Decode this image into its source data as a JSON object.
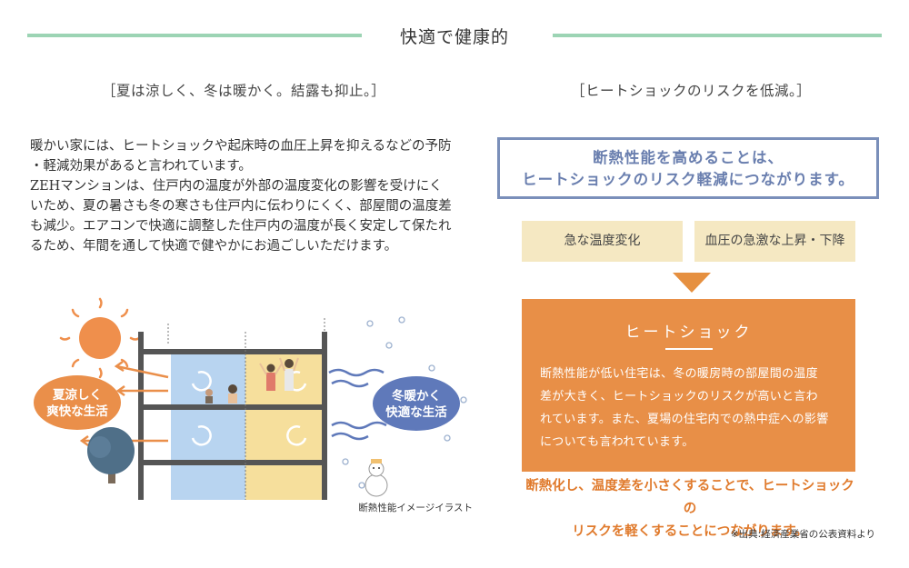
{
  "header": {
    "title": "快適で健康的"
  },
  "left": {
    "subhead": "［夏は涼しく、冬は暖かく。結露も抑止。］",
    "paragraph_lines": [
      "暖かい家には、ヒートショックや起床時の血圧上昇を抑えるなどの予防",
      "・軽減効果があると言われています。",
      "ZEHマンションは、住戸内の温度が外部の温度変化の影響を受けにく",
      "いため、夏の暑さも冬の寒さも住戸内に伝わりにくく、部屋間の温度差",
      "も減少。エアコンで快適に調整した住戸内の温度が長く安定して保たれ",
      "るため、年間を通して快適で健やかにお過ごしいただけます。"
    ],
    "illustration": {
      "summer_label_line1": "夏涼しく",
      "summer_label_line2": "爽快な生活",
      "winter_label_line1": "冬暖かく",
      "winter_label_line2": "快適な生活",
      "caption": "断熱性能イメージイラスト"
    }
  },
  "right": {
    "subhead": "［ヒートショックのリスクを低減。］",
    "highlight_line1": "断熱性能を高めることは、",
    "highlight_line2": "ヒートショックのリスク軽減につながります。",
    "cause_left": "急な温度変化",
    "cause_right": "血圧の急激な上昇・下降",
    "heat_shock_title": "ヒートショック",
    "heat_shock_lines": [
      "断熱性能が低い住宅は、冬の暖房時の部屋間の温度",
      "差が大きく、ヒートショックのリスクが高いと言わ",
      "れています。また、夏場の住宅内での熱中症への影響",
      "についても言われています。"
    ],
    "conclusion_line1": "断熱化し、温度差を小さくすることで、ヒートショックの",
    "conclusion_line2": "リスクを軽くすることにつながります。",
    "source": "※出典:経済産業省の公表資料より"
  },
  "colors": {
    "accent_green": "#9cd4b4",
    "highlight_blue": "#7a8fba",
    "heat_shock_orange": "#e88f47",
    "cause_cream": "#f5e8c2",
    "summer_orange": "#ea8f4a",
    "winter_blue": "#5f79ba",
    "room_blue": "#b8d4f0",
    "room_yellow": "#f6df9c"
  }
}
